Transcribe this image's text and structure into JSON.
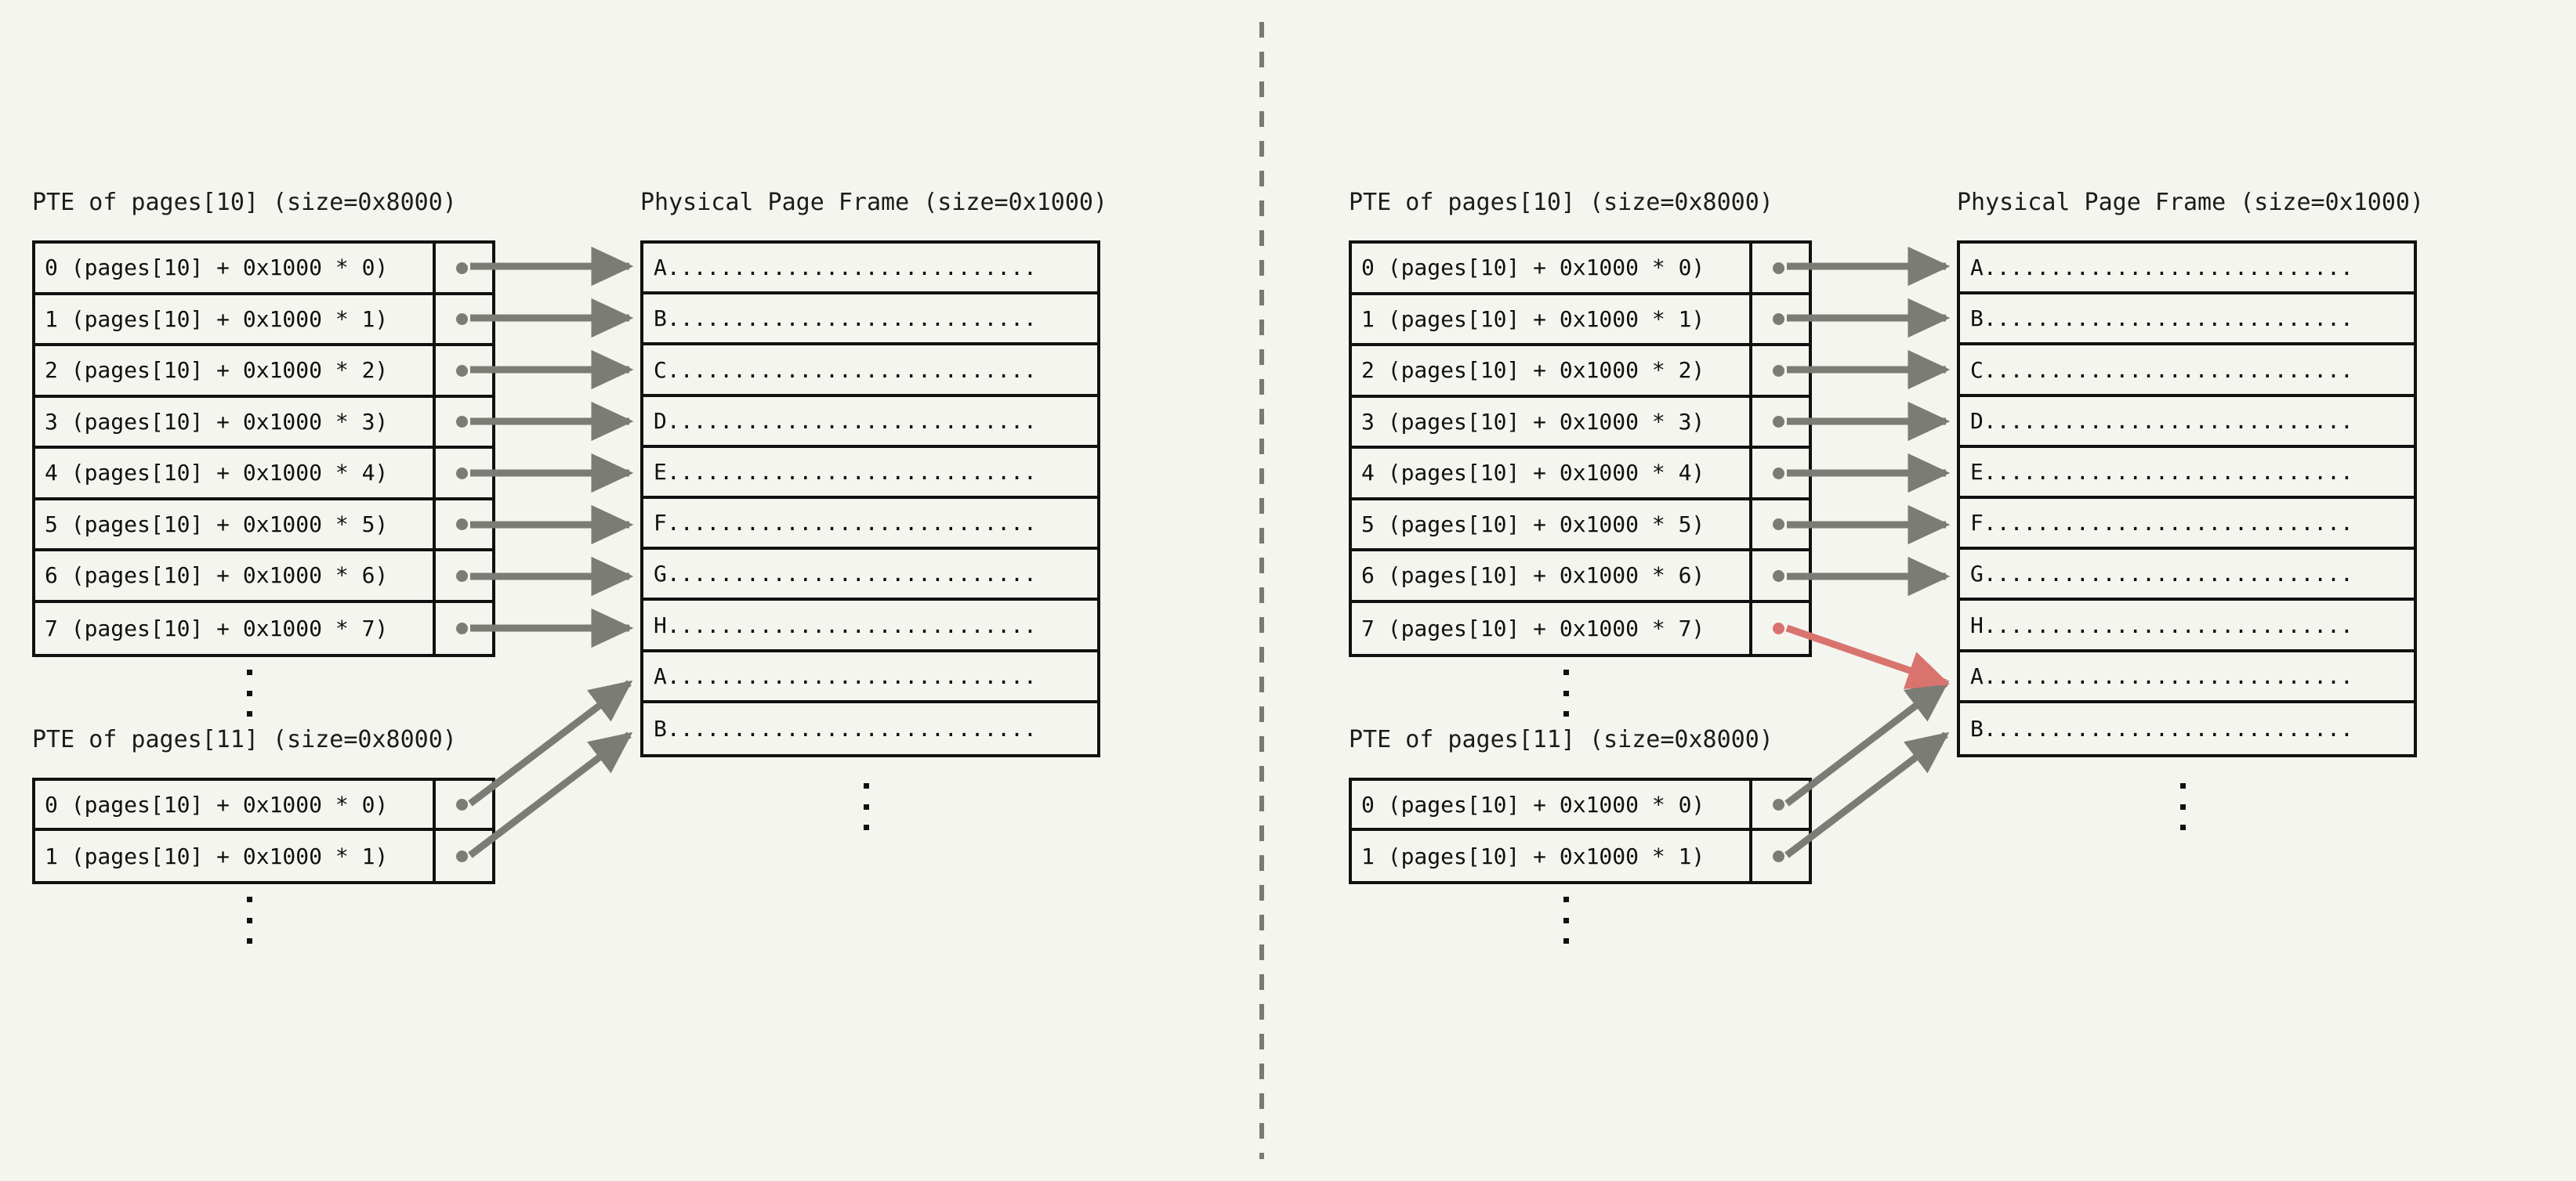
{
  "meta": {
    "background_color": "#f5f5f0",
    "ink_color": "#111111",
    "arrow_color": "#7c7c76",
    "highlight_arrow_color": "#d9736e",
    "divider_color": "#7a7a74"
  },
  "panels": [
    {
      "id": "before",
      "pte10": {
        "caption": "PTE of pages[10] (size=0x8000)",
        "rows": [
          {
            "label": "0 (pages[10] + 0x1000 * 0)",
            "pointer": "gray",
            "target": "A"
          },
          {
            "label": "1 (pages[10] + 0x1000 * 1)",
            "pointer": "gray",
            "target": "B"
          },
          {
            "label": "2 (pages[10] + 0x1000 * 2)",
            "pointer": "gray",
            "target": "C"
          },
          {
            "label": "3 (pages[10] + 0x1000 * 3)",
            "pointer": "gray",
            "target": "D"
          },
          {
            "label": "4 (pages[10] + 0x1000 * 4)",
            "pointer": "gray",
            "target": "E"
          },
          {
            "label": "5 (pages[10] + 0x1000 * 5)",
            "pointer": "gray",
            "target": "F"
          },
          {
            "label": "6 (pages[10] + 0x1000 * 6)",
            "pointer": "gray",
            "target": "G"
          },
          {
            "label": "7 (pages[10] + 0x1000 * 7)",
            "pointer": "gray",
            "target": "H"
          }
        ],
        "ellipsis": "⋮"
      },
      "pte11": {
        "caption": "PTE of pages[11] (size=0x8000)",
        "rows": [
          {
            "label": "0 (pages[10] + 0x1000 * 0)",
            "pointer": "gray",
            "target": "A2"
          },
          {
            "label": "1 (pages[10] + 0x1000 * 1)",
            "pointer": "gray",
            "target": "B2"
          }
        ],
        "ellipsis": "⋮"
      },
      "frame": {
        "caption": "Physical Page Frame (size=0x1000)",
        "rows": [
          {
            "letter": "A",
            "fill": "............................"
          },
          {
            "letter": "B",
            "fill": "............................"
          },
          {
            "letter": "C",
            "fill": "............................"
          },
          {
            "letter": "D",
            "fill": "............................"
          },
          {
            "letter": "E",
            "fill": "............................"
          },
          {
            "letter": "F",
            "fill": "............................"
          },
          {
            "letter": "G",
            "fill": "............................"
          },
          {
            "letter": "H",
            "fill": "............................"
          },
          {
            "letter": "A",
            "fill": "............................"
          },
          {
            "letter": "B",
            "fill": "............................"
          }
        ],
        "ellipsis": "⋮"
      }
    },
    {
      "id": "after",
      "pte10": {
        "caption": "PTE of pages[10] (size=0x8000)",
        "rows": [
          {
            "label": "0 (pages[10] + 0x1000 * 0)",
            "pointer": "gray",
            "target": "A"
          },
          {
            "label": "1 (pages[10] + 0x1000 * 1)",
            "pointer": "gray",
            "target": "B"
          },
          {
            "label": "2 (pages[10] + 0x1000 * 2)",
            "pointer": "gray",
            "target": "C"
          },
          {
            "label": "3 (pages[10] + 0x1000 * 3)",
            "pointer": "gray",
            "target": "D"
          },
          {
            "label": "4 (pages[10] + 0x1000 * 4)",
            "pointer": "gray",
            "target": "E"
          },
          {
            "label": "5 (pages[10] + 0x1000 * 5)",
            "pointer": "gray",
            "target": "F"
          },
          {
            "label": "6 (pages[10] + 0x1000 * 6)",
            "pointer": "gray",
            "target": "G"
          },
          {
            "label": "7 (pages[10] + 0x1000 * 7)",
            "pointer": "red",
            "target": "A2"
          }
        ],
        "ellipsis": "⋮"
      },
      "pte11": {
        "caption": "PTE of pages[11] (size=0x8000)",
        "rows": [
          {
            "label": "0 (pages[10] + 0x1000 * 0)",
            "pointer": "gray",
            "target": "A2"
          },
          {
            "label": "1 (pages[10] + 0x1000 * 1)",
            "pointer": "gray",
            "target": "B2"
          }
        ],
        "ellipsis": "⋮"
      },
      "frame": {
        "caption": "Physical Page Frame (size=0x1000)",
        "rows": [
          {
            "letter": "A",
            "fill": "............................"
          },
          {
            "letter": "B",
            "fill": "............................"
          },
          {
            "letter": "C",
            "fill": "............................"
          },
          {
            "letter": "D",
            "fill": "............................"
          },
          {
            "letter": "E",
            "fill": "............................"
          },
          {
            "letter": "F",
            "fill": "............................"
          },
          {
            "letter": "G",
            "fill": "............................"
          },
          {
            "letter": "H",
            "fill": "............................"
          },
          {
            "letter": "A",
            "fill": "............................"
          },
          {
            "letter": "B",
            "fill": "............................"
          }
        ],
        "ellipsis": "⋮"
      }
    }
  ]
}
